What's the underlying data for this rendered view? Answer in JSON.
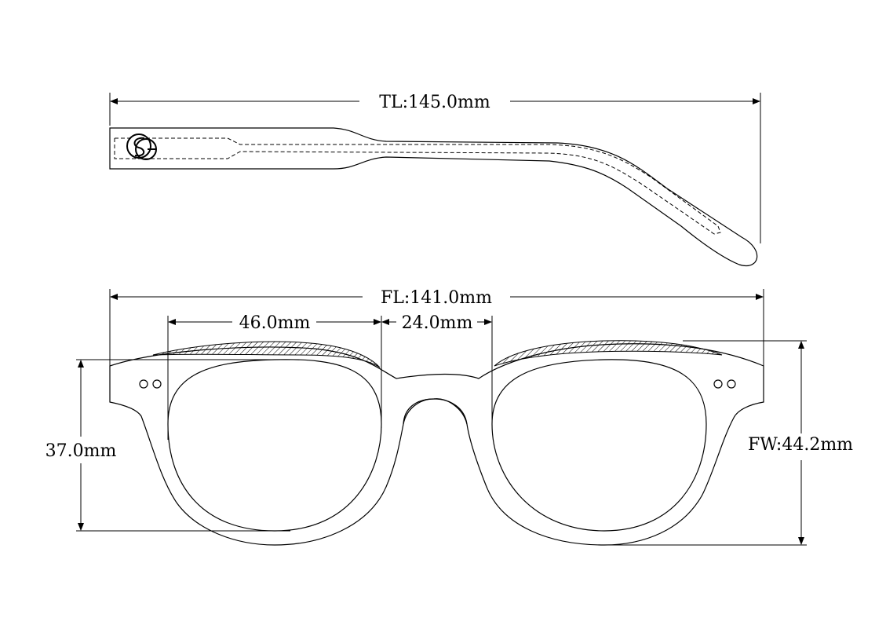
{
  "dimensions": {
    "temple_length": "TL:145.0mm",
    "frame_length": "FL:141.0mm",
    "lens_width": "46.0mm",
    "bridge_width": "24.0mm",
    "lens_height": "37.0mm",
    "frame_height": "FW:44.2mm"
  },
  "logo": {
    "icon": "sg-monogram-icon"
  },
  "colors": {
    "line": "#000000",
    "background": "#ffffff"
  }
}
